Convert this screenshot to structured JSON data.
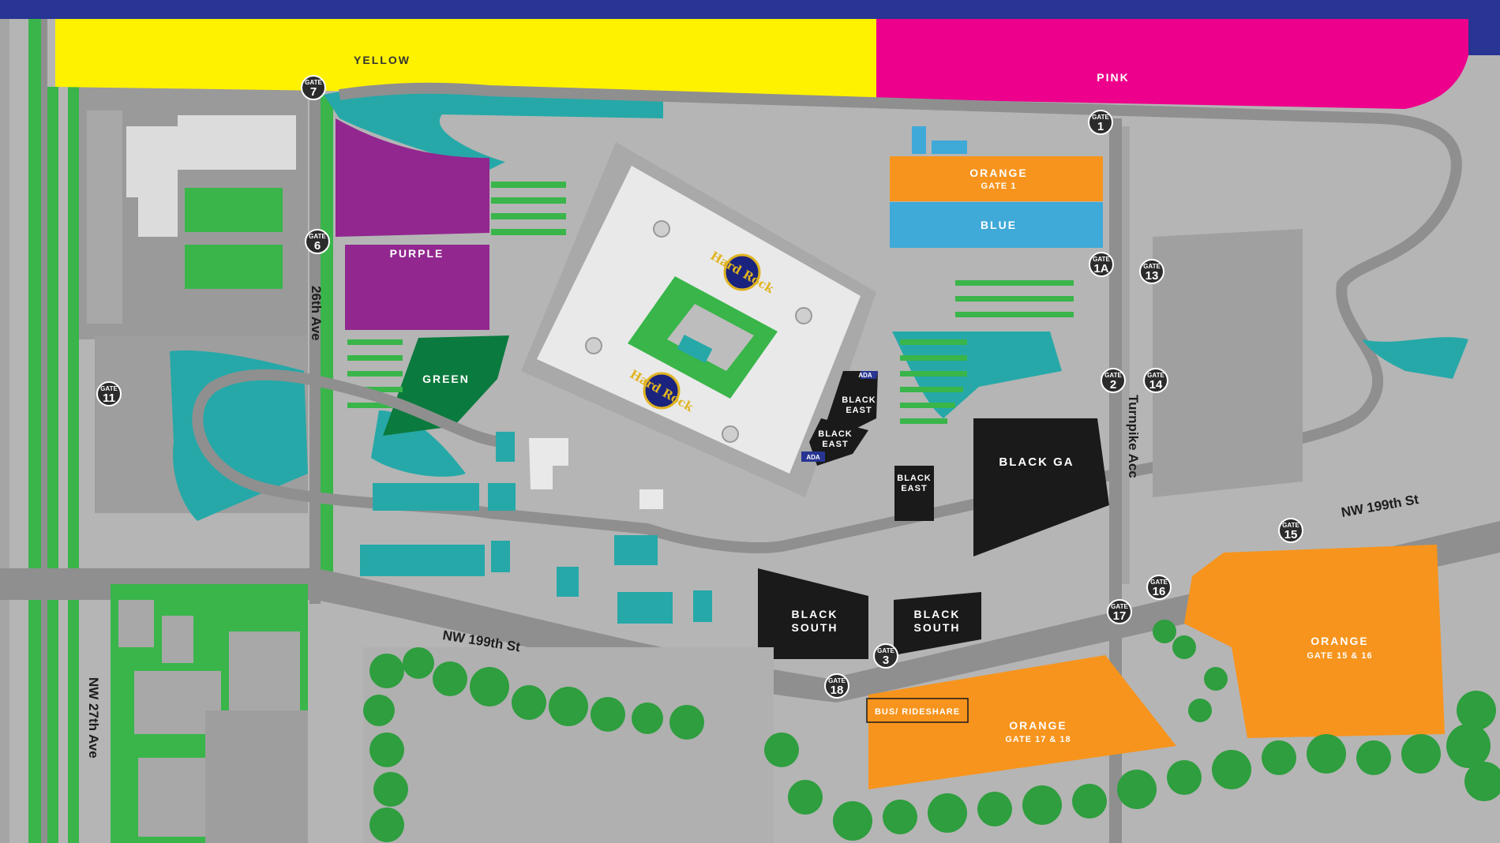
{
  "colors": {
    "water_top": "#283593",
    "yellow": "#fff200",
    "pink": "#ec008c",
    "purple": "#92278f",
    "green_lot": "#0b7a3e",
    "orange": "#f7941d",
    "blue": "#3fa9d8",
    "black": "#1a1a1a",
    "teal": "#26a8a8",
    "grass": "#39b54a",
    "road": "#8f8f8f",
    "pavement": "#b5b5b5"
  },
  "lots": {
    "yellow": {
      "label": "YELLOW"
    },
    "pink": {
      "label": "PINK"
    },
    "purple": {
      "label": "PURPLE"
    },
    "green": {
      "label": "GREEN"
    },
    "orange_north": {
      "label": "ORANGE",
      "sub": "GATE 1"
    },
    "blue": {
      "label": "BLUE"
    },
    "black_east_1": {
      "label1": "BLACK",
      "label2": "EAST"
    },
    "black_east_2": {
      "label1": "BLACK",
      "label2": "EAST"
    },
    "black_east_3": {
      "label1": "BLACK",
      "label2": "EAST"
    },
    "black_ga": {
      "label": "BLACK GA"
    },
    "black_south_1": {
      "label1": "BLACK",
      "label2": "SOUTH"
    },
    "black_south_2": {
      "label1": "BLACK",
      "label2": "SOUTH"
    },
    "orange_east": {
      "label": "ORANGE",
      "sub": "GATE 15 & 16"
    },
    "orange_south": {
      "label": "ORANGE",
      "sub": "GATE 17 & 18"
    },
    "bus": {
      "label": "BUS/ RIDESHARE"
    }
  },
  "ada": [
    "ADA",
    "ADA"
  ],
  "gate_prefix": "GATE",
  "gates": [
    "7",
    "6",
    "11",
    "1",
    "1A",
    "13",
    "2",
    "14",
    "15",
    "16",
    "17",
    "3",
    "18"
  ],
  "streets": {
    "ave26": "26th Ave",
    "turnpike": "Turnpike Acc",
    "nw199_west": "NW 199th St",
    "nw199_east": "NW 199th St",
    "nw27": "NW 27th Ave"
  },
  "stadium": {
    "logo_top": "Hard Rock",
    "logo_bottom": "Hard Rock"
  }
}
